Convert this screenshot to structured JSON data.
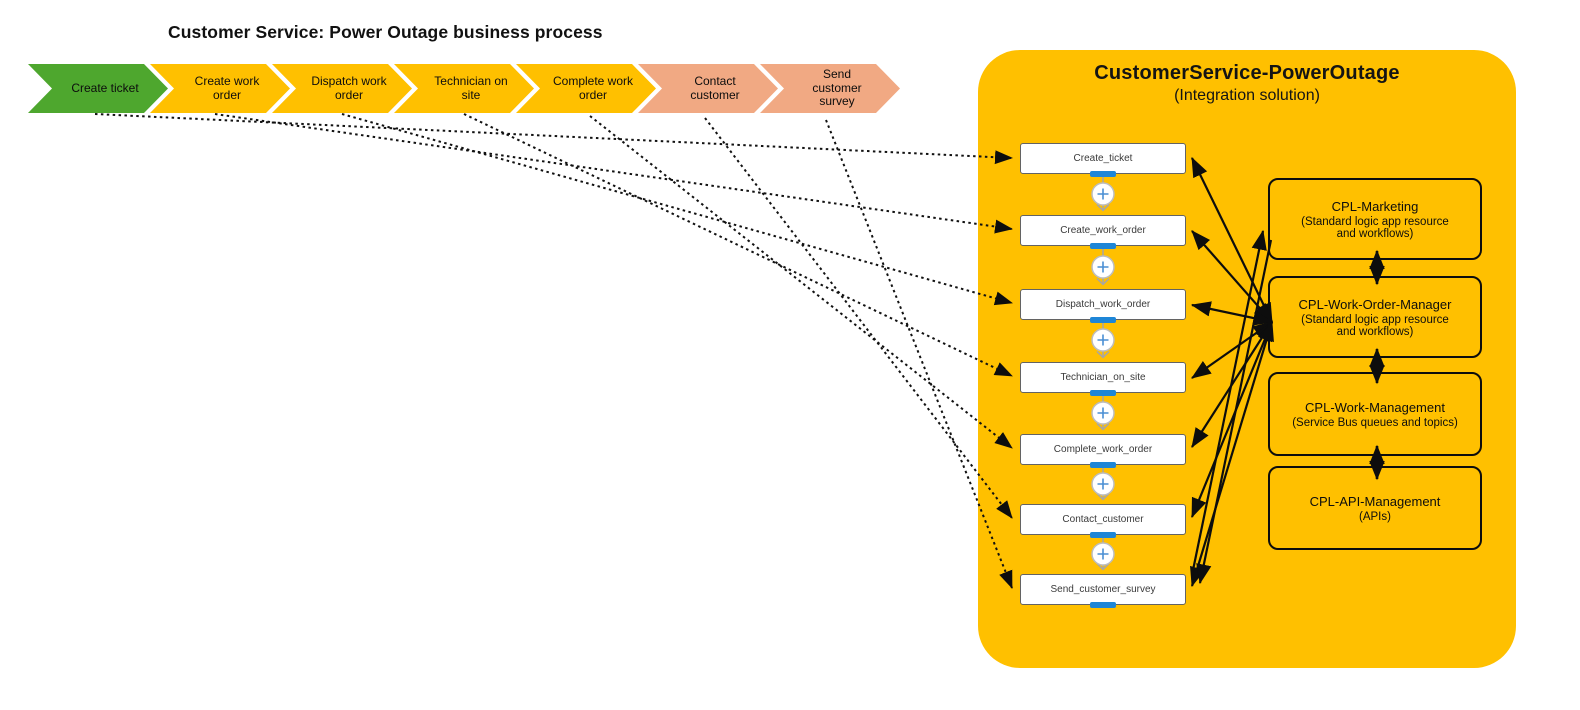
{
  "title": "Customer Service: Power Outage business process",
  "process": {
    "steps": [
      {
        "label": "Create ticket",
        "color": "#4EA72E"
      },
      {
        "label": "Create work order",
        "color": "#FFC000"
      },
      {
        "label": "Dispatch work order",
        "color": "#FFC000"
      },
      {
        "label": "Technician on site",
        "color": "#FFC000"
      },
      {
        "label": "Complete work order",
        "color": "#FFC000"
      },
      {
        "label": "Contact customer",
        "color": "#F1A983"
      },
      {
        "label": "Send customer survey",
        "color": "#F1A983"
      }
    ]
  },
  "solution": {
    "title": "CustomerService-PowerOutage",
    "subtitle": "(Integration solution)",
    "background_color": "#FFC000",
    "workflows": [
      {
        "name": "Create_ticket"
      },
      {
        "name": "Create_work_order"
      },
      {
        "name": "Dispatch_work_order"
      },
      {
        "name": "Technician_on_site"
      },
      {
        "name": "Complete_work_order"
      },
      {
        "name": "Contact_customer"
      },
      {
        "name": "Send_customer_survey"
      }
    ],
    "resources": [
      {
        "name": "CPL-Marketing",
        "description": "(Standard logic app resource and workflows)"
      },
      {
        "name": "CPL-Work-Order-Manager",
        "description": "(Standard logic app resource and workflows)"
      },
      {
        "name": "CPL-Work-Management",
        "description": "(Service Bus queues and topics)"
      },
      {
        "name": "CPL-API-Management",
        "description": "(APIs)"
      }
    ]
  },
  "colors": {
    "workflow_connector_blue": "#1E86D7",
    "designer_plus_blue": "#4A8FD4",
    "arrow_black": "#0d0d0d"
  }
}
